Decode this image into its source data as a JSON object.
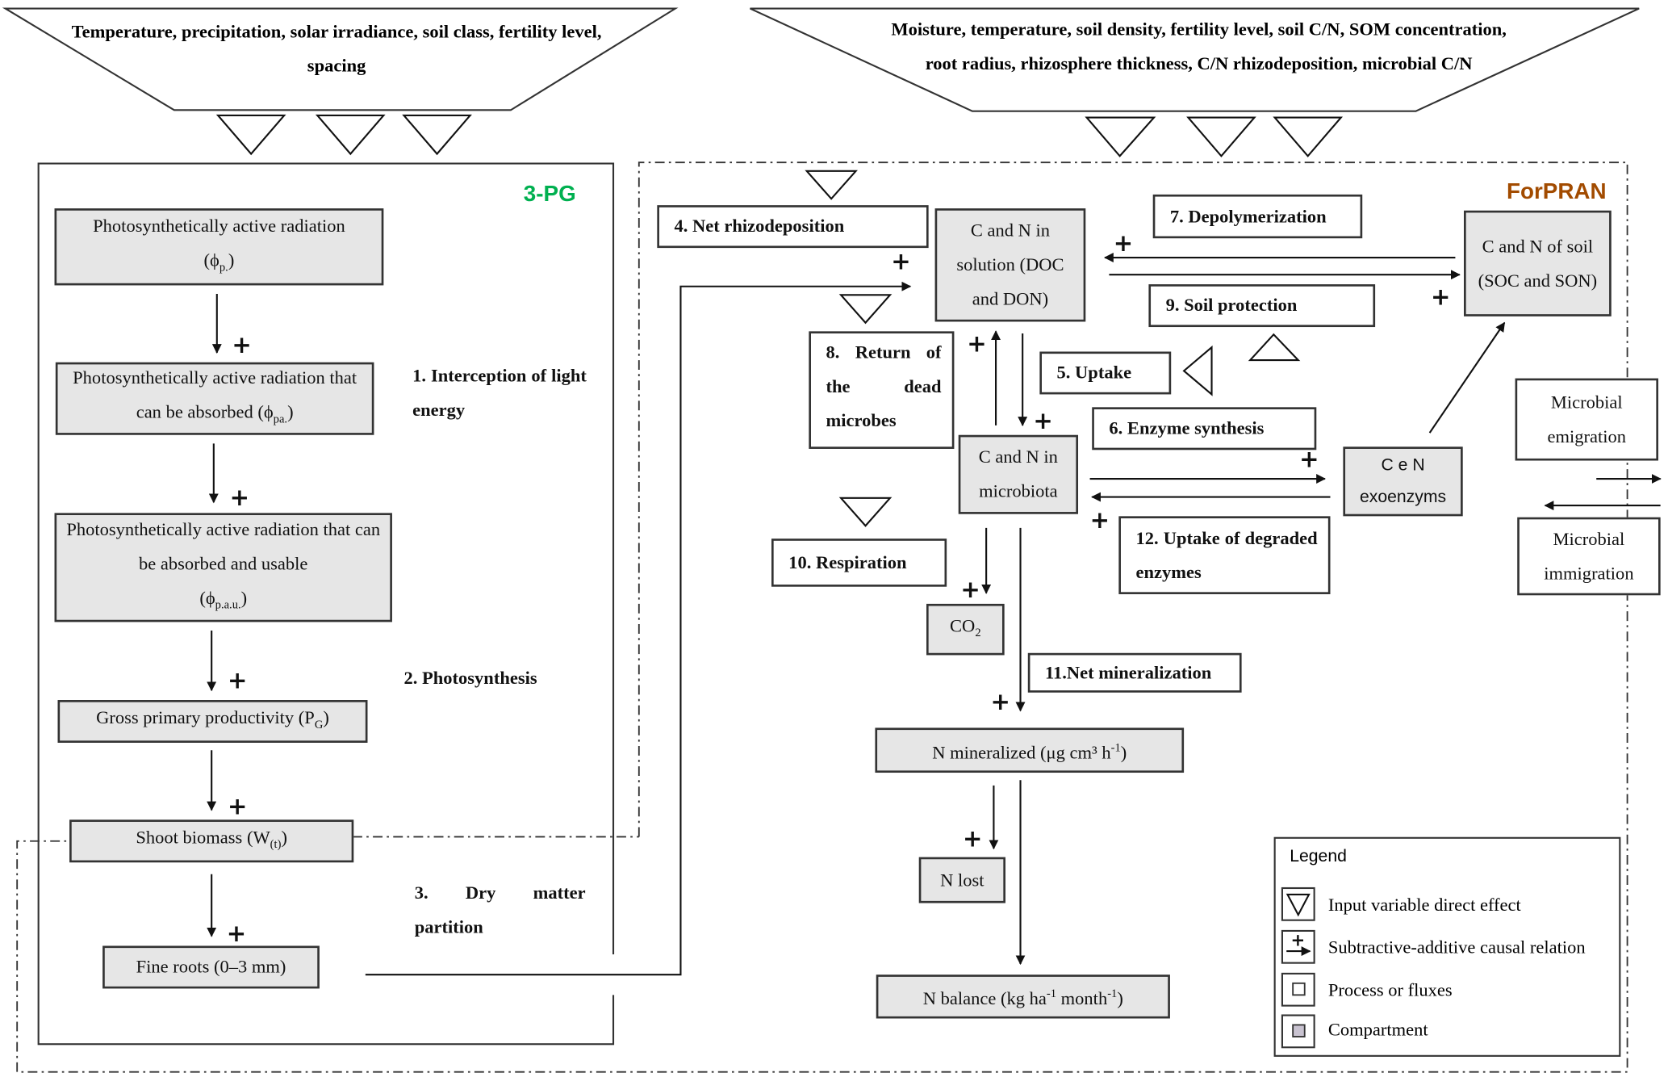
{
  "models": {
    "left": "3-PG",
    "right": "ForPRAN",
    "left_color": "#00b050",
    "right_color": "#a24b00"
  },
  "inputs": {
    "left": "Temperature, precipitation, solar irradiance, soil class, fertility level, spacing",
    "right": "Moisture, temperature, soil density, fertility level, soil C/N, SOM concentration, root radius, rhizosphere thickness, C/N rhizodeposition, microbial C/N"
  },
  "pg": {
    "par": {
      "text": "Photosynthetically active radiation",
      "sym": "(ϕ",
      "sub": "p.",
      "close": ")"
    },
    "par_abs": {
      "text": "Photosynthetically active radiation that can be absorbed (ϕ",
      "sub": "pa.",
      "close": ")"
    },
    "par_usable": {
      "text": "Photosynthetically active radiation that can be absorbed and usable",
      "sym": "(ϕ",
      "sub": "p.a.u.",
      "close": ")"
    },
    "gpp": {
      "text": "Gross primary productivity (P",
      "sub": "G",
      "close": ")"
    },
    "shoot": {
      "text": "Shoot biomass (W",
      "sub": "(t)",
      "close": ")"
    },
    "roots": "Fine roots (0–3 mm)",
    "proc1": "1. Interception of light energy",
    "proc2": "2. Photosynthesis",
    "proc3": "3. Dry matter partition"
  },
  "forpran": {
    "rhizo": "4. Net rhizodeposition",
    "uptake": "5. Uptake",
    "enzyme": "6. Enzyme synthesis",
    "depoly": "7. Depolymerization",
    "dead": "8. Return of the dead microbes",
    "protect": "9. Soil protection",
    "resp": "10. Respiration",
    "netmin": "11.Net mineralization",
    "upt_deg": "12. Uptake of degraded enzymes",
    "solution": "C and N in solution (DOC and DON)",
    "soil": "C and N of soil (SOC and SON)",
    "microbiota": "C and N in microbiota",
    "exoenz_1": "C e N",
    "exoenz_2": "exoenzyms",
    "co2": {
      "text": "CO",
      "sub": "2"
    },
    "nmin": {
      "text": "N mineralized (μg cm³ h",
      "sup": "-1",
      "close": ")"
    },
    "nlost": "N lost",
    "nbal": {
      "text": "N balance (kg ha",
      "sup1": "-1",
      "mid": " month",
      "sup2": "-1",
      "close": ")"
    },
    "emig": "Microbial emigration",
    "immig": "Microbial immigration"
  },
  "plus": "+",
  "legend": {
    "title": "Legend",
    "items": [
      {
        "icon": "triangle-icon",
        "label": "Input variable direct effect"
      },
      {
        "icon": "plus-arrow-icon",
        "label": "Subtractive-additive causal relation"
      },
      {
        "icon": "white-square-icon",
        "label": "Process or fluxes"
      },
      {
        "icon": "grey-square-icon",
        "label": "Compartment"
      }
    ]
  }
}
